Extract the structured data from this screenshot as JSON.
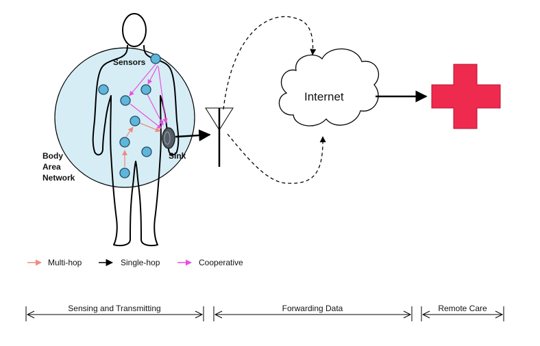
{
  "labels": {
    "sensors": "Sensors",
    "sink": "Sink",
    "ban_line1": "Body",
    "ban_line2": "Area",
    "ban_line3": "Network",
    "internet": "Internet"
  },
  "legend": [
    {
      "label": "Multi-hop",
      "color": "#f08a7e"
    },
    {
      "label": "Single-hop",
      "color": "#000000"
    },
    {
      "label": "Cooperative",
      "color": "#e84fe0"
    }
  ],
  "stages": [
    {
      "label": "Sensing and Transmitting"
    },
    {
      "label": "Forwarding Data"
    },
    {
      "label": "Remote Care"
    }
  ],
  "colors": {
    "ban_fill": "#d6edf5",
    "sensor_fill": "#5fb6d9",
    "sink_fill": "#555d66",
    "cross_fill": "#ee2a4e",
    "multi_hop": "#f08a7e",
    "cooperative": "#e84fe0",
    "single_hop": "#000000"
  },
  "icons": {
    "cross": "medical-cross-icon",
    "antenna": "antenna-icon",
    "cloud": "cloud-icon"
  }
}
